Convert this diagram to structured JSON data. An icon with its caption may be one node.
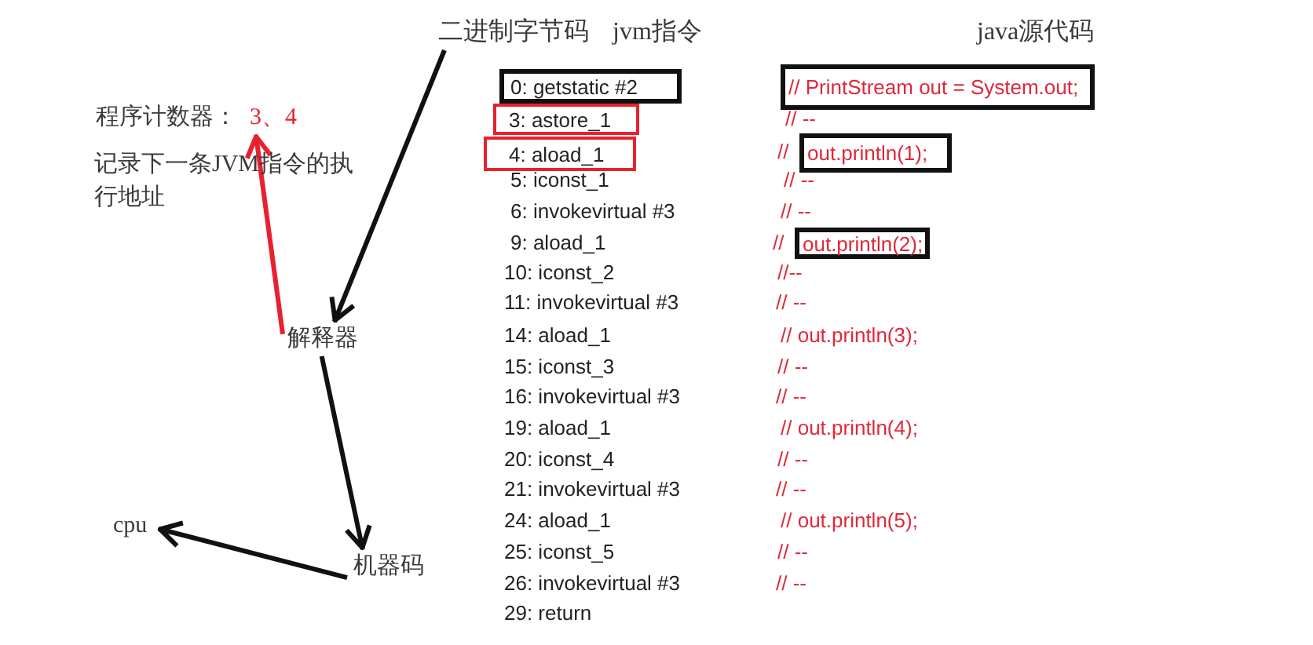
{
  "diagram": {
    "nodes": [
      {
        "text": [
          "二进制字节码"
        ]
      },
      {
        "text": [
          "程序计数器：",
          "3、4"
        ],
        "beside": [
          "记录下一条JVM指令的执行地址"
        ]
      },
      {
        "text": [
          "解释器"
        ]
      },
      {
        "text": [
          "cpu"
        ]
      },
      {
        "text": [
          "机器码"
        ]
      },
      {
        "text": [
          "0: getstatic #2"
        ]
      },
      {
        "text": [
          "// PrintStream out = System.out;"
        ]
      },
      {
        "text": [
          "3: astore_1"
        ]
      },
      {
        "text": [
          "4: aload_1"
        ]
      },
      {
        "text": [
          "out.println(1);"
        ],
        "beside": [
          "//"
        ]
      },
      {
        "text": [
          "out.println(2);"
        ],
        "beside": [
          "//"
        ]
      }
    ],
    "edges": [
      {
        "from": 0,
        "to": 2,
        "arrow": "to"
      },
      {
        "from": 2,
        "to": 1,
        "arrow": "to",
        "color": "#e8212e"
      },
      {
        "from": 2,
        "to": 4,
        "arrow": "to"
      },
      {
        "from": 4,
        "to": 3,
        "arrow": "to"
      }
    ],
    "labels": [
      "jvm指令",
      "java源代码",
      "// --",
      "5: iconst_1",
      "// --",
      "6: invokevirtual #3",
      "// --",
      "9: aload_1",
      "10: iconst_2",
      "//--",
      "11: invokevirtual #3",
      "// --",
      "14: aload_1",
      "// out.println(3);",
      "15: iconst_3",
      "// --",
      "16: invokevirtual #3",
      "// --",
      "19: aload_1",
      "// out.println(4);",
      "20: iconst_4",
      "// --",
      "21: invokevirtual #3",
      "// --",
      "24: aload_1",
      "// out.println(5);",
      "25: iconst_5",
      "// --",
      "26: invokevirtual #3",
      "// --",
      "29: return"
    ]
  }
}
